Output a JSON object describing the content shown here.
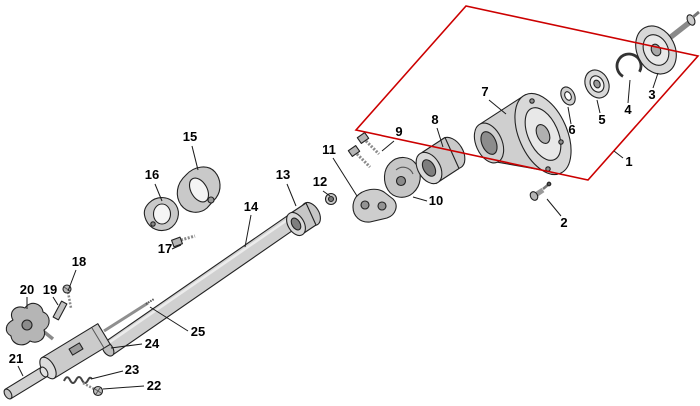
{
  "diagram": {
    "type": "exploded-parts-diagram",
    "background_color": "#ffffff",
    "line_color": "#1a1a1a",
    "highlight_box_color": "#cc0000",
    "part_fill_color": "#d0d0d0",
    "callouts": [
      "1",
      "2",
      "3",
      "4",
      "5",
      "6",
      "7",
      "8",
      "9",
      "10",
      "11",
      "12",
      "13",
      "14",
      "15",
      "16",
      "17",
      "18",
      "19",
      "20",
      "21",
      "22",
      "23",
      "24",
      "25"
    ]
  }
}
